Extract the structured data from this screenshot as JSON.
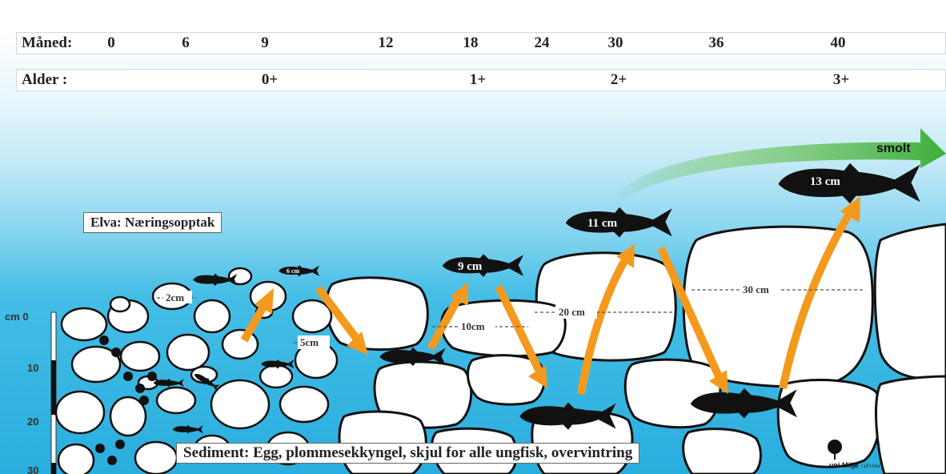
{
  "month_bar": {
    "label": "Måned:",
    "ticks": [
      "0",
      "6",
      "9",
      "12",
      "18",
      "24",
      "30",
      "36",
      "40"
    ]
  },
  "age_bar": {
    "label": "Alder :",
    "ticks": [
      "0+",
      "1+",
      "2+",
      "3+"
    ]
  },
  "river_label": "Elva: Næringsopptak",
  "sediment_label": "Sediment: Egg, plommesekkyngel, skjul for alle ungfisk, overvintring",
  "depth_axis": {
    "labels": [
      "cm 0",
      "10",
      "20",
      "30"
    ]
  },
  "fish_sizes": [
    "6 cm",
    "9 cm",
    "11 cm",
    "13 cm"
  ],
  "stone_sizes": [
    "2cm",
    "5cm",
    "10cm",
    "20 cm",
    "30 cm"
  ],
  "smolt_label": "smolt",
  "logo": {
    "name": "uni Miljø",
    "subtitle": "/ LFI-Uni"
  },
  "colors": {
    "water": "#2aaede",
    "growth_arrow": "#f39a1e",
    "smolt_arrow": "#3fae3a",
    "fish": "#111111",
    "stone": "#ffffff"
  }
}
